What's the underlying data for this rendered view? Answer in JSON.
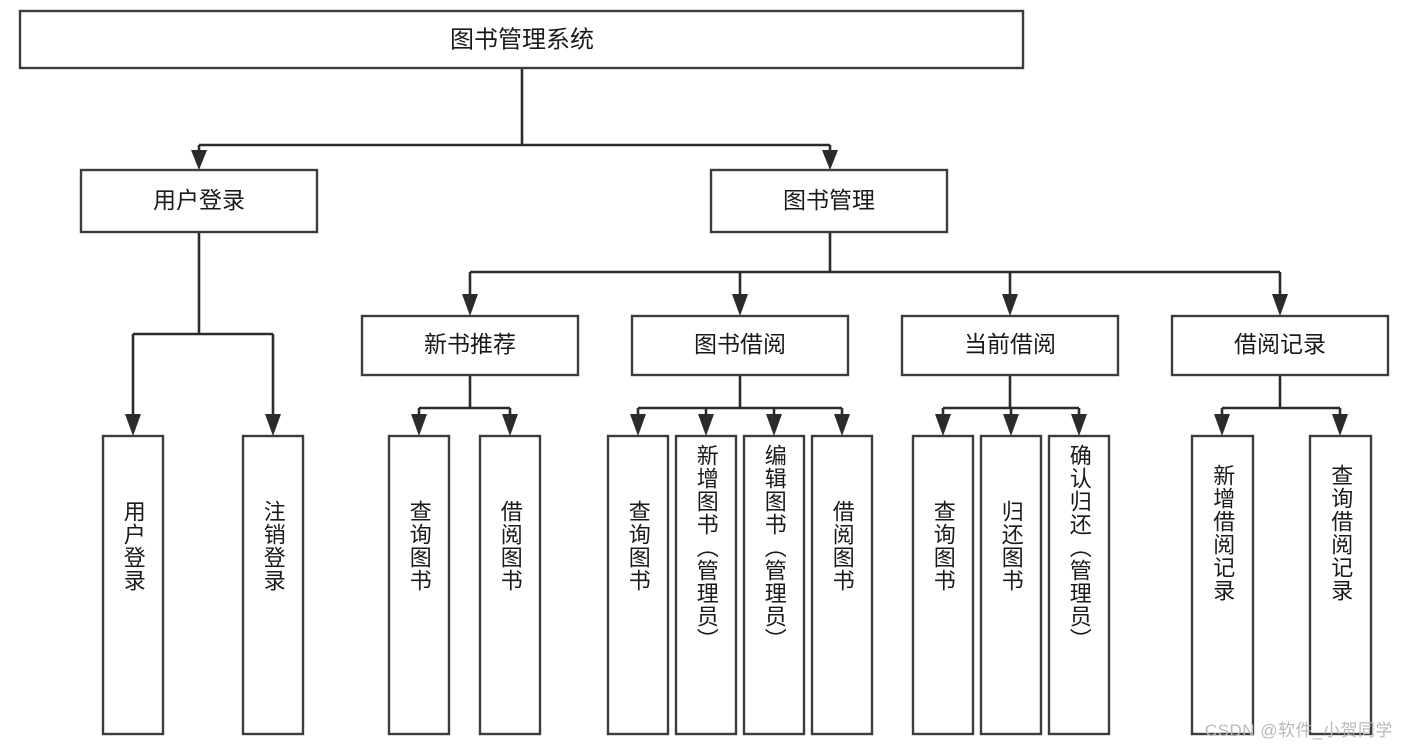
{
  "diagram": {
    "type": "tree-hierarchy-chart",
    "title": "图书管理系统",
    "watermark": "CSDN @软件_小贺同学",
    "colors": {
      "box_stroke": "#3c3c3c",
      "box_fill": "#ffffff",
      "edge": "#2b2b2b",
      "text": "#1a1a1a",
      "watermark": "#b9b9b9",
      "background": "#ffffff"
    },
    "levels": {
      "root": "图书管理系统",
      "level2": [
        "用户登录",
        "图书管理"
      ],
      "level3": [
        "新书推荐",
        "图书借阅",
        "当前借阅",
        "借阅记录"
      ]
    },
    "nodes": {
      "root": {
        "label": "图书管理系统"
      },
      "user_login": {
        "label": "用户登录"
      },
      "book_manage": {
        "label": "图书管理"
      },
      "new_book_recommend": {
        "label": "新书推荐"
      },
      "book_borrow": {
        "label": "图书借阅"
      },
      "current_borrow": {
        "label": "当前借阅"
      },
      "borrow_record": {
        "label": "借阅记录"
      }
    },
    "leaves": {
      "user_login": [
        {
          "label": "用户登录"
        },
        {
          "label": "注销登录"
        }
      ],
      "new_book_recommend": [
        {
          "label": "查询图书"
        },
        {
          "label": "借阅图书"
        }
      ],
      "book_borrow": [
        {
          "label": "查询图书"
        },
        {
          "label": "新增图书（管理员）"
        },
        {
          "label": "编辑图书（管理员）"
        },
        {
          "label": "借阅图书"
        }
      ],
      "current_borrow": [
        {
          "label": "查询图书"
        },
        {
          "label": "归还图书"
        },
        {
          "label": "确认归还（管理员）"
        }
      ],
      "borrow_record": [
        {
          "label": "新增借阅记录"
        },
        {
          "label": "查询借阅记录"
        }
      ]
    }
  }
}
